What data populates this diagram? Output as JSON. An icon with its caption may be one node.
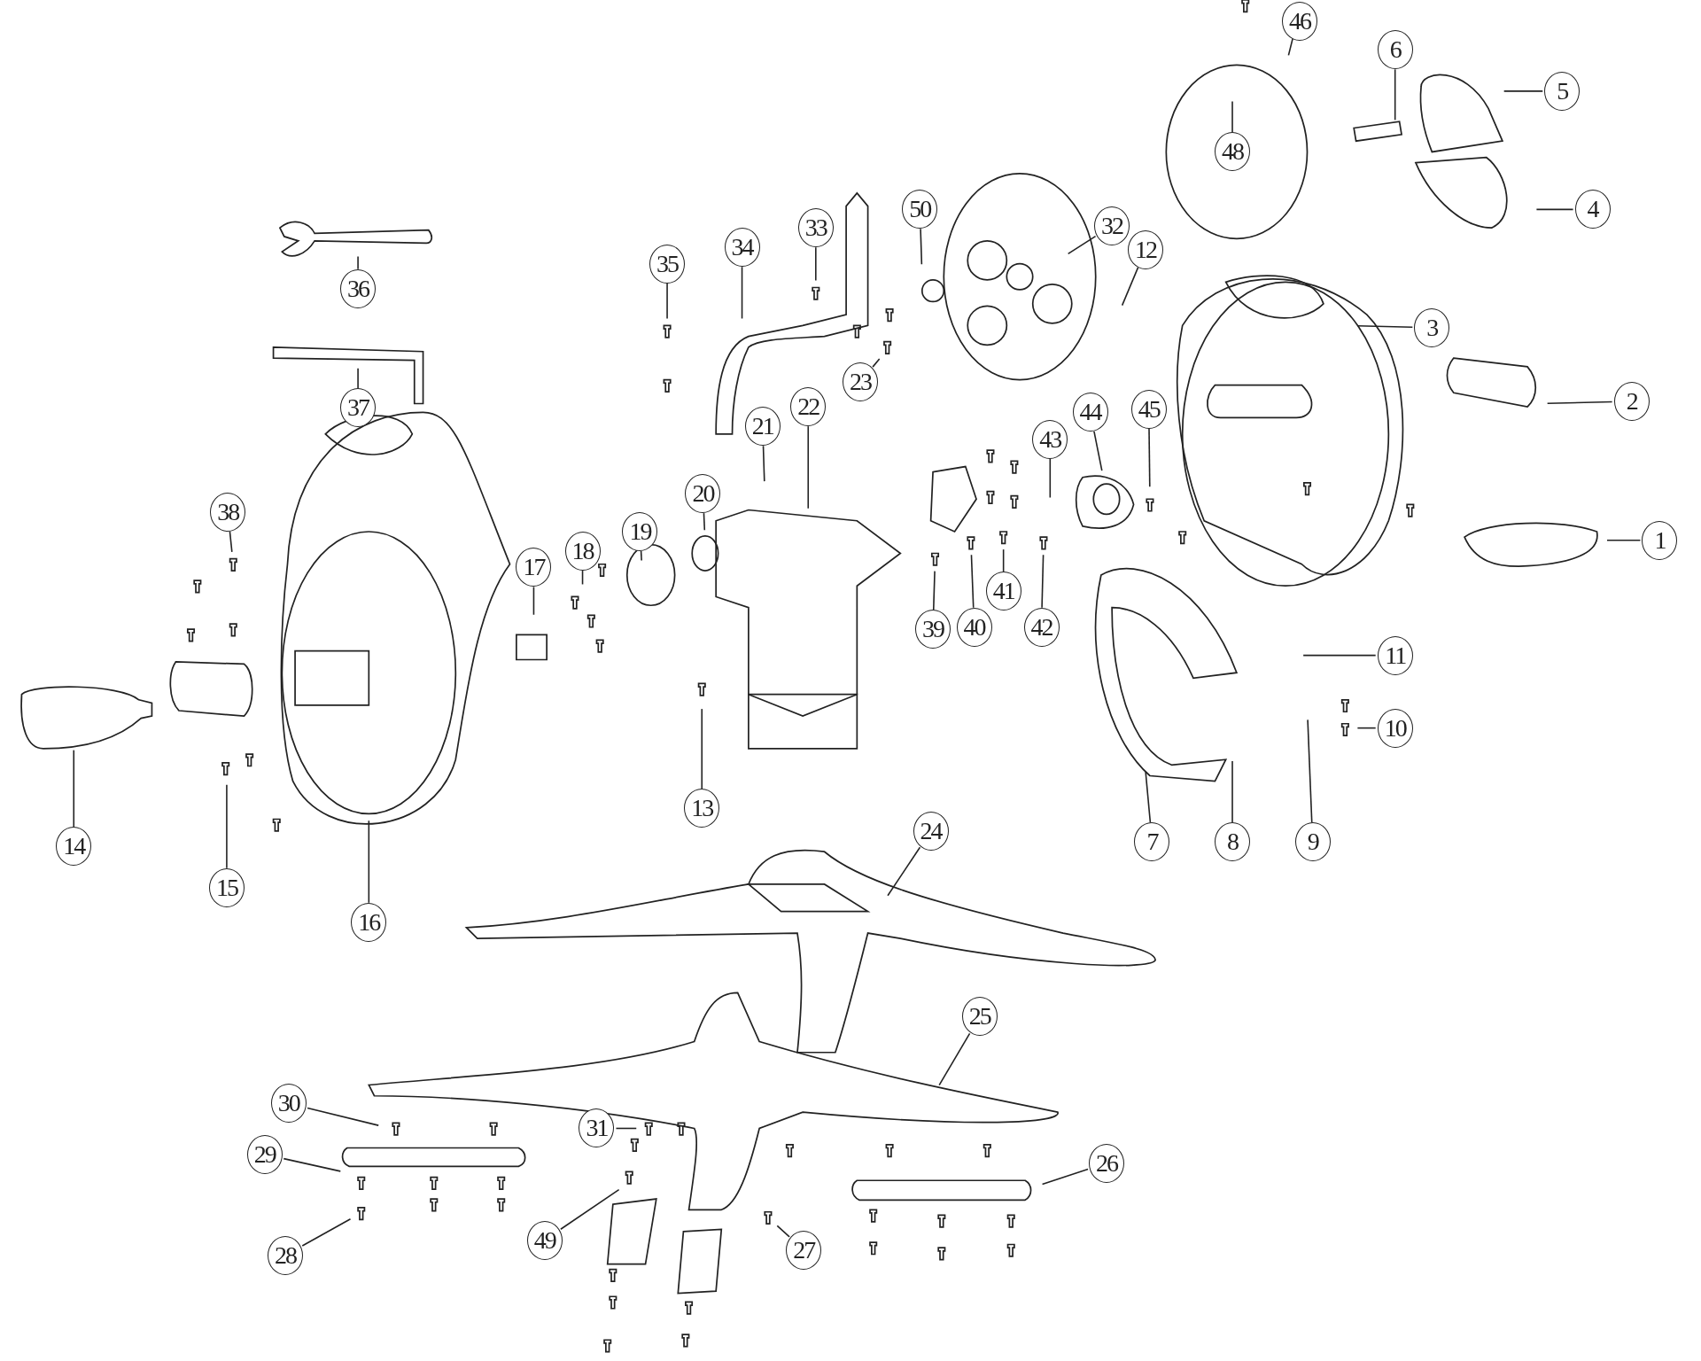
{
  "diagram": {
    "nodes": [
      {
        "text": [
          "1"
        ]
      },
      {
        "text": [
          "2"
        ]
      },
      {
        "text": [
          "3"
        ]
      },
      {
        "text": [
          "4"
        ]
      },
      {
        "text": [
          "5"
        ]
      },
      {
        "text": [
          "6"
        ]
      },
      {
        "text": [
          "7"
        ]
      },
      {
        "text": [
          "8"
        ]
      },
      {
        "text": [
          "9"
        ]
      },
      {
        "text": [
          "10"
        ]
      },
      {
        "text": [
          "11"
        ]
      },
      {
        "text": [
          "12"
        ]
      },
      {
        "text": [
          "13"
        ]
      },
      {
        "text": [
          "14"
        ]
      },
      {
        "text": [
          "15"
        ]
      },
      {
        "text": [
          "16"
        ]
      },
      {
        "text": [
          "17"
        ]
      },
      {
        "text": [
          "18"
        ]
      },
      {
        "text": [
          "19"
        ]
      },
      {
        "text": [
          "20"
        ]
      },
      {
        "text": [
          "21"
        ]
      },
      {
        "text": [
          "22"
        ]
      },
      {
        "text": [
          "23"
        ]
      },
      {
        "text": [
          "24"
        ]
      },
      {
        "text": [
          "25"
        ]
      },
      {
        "text": [
          "26"
        ]
      },
      {
        "text": [
          "27"
        ]
      },
      {
        "text": [
          "28"
        ]
      },
      {
        "text": [
          "29"
        ]
      },
      {
        "text": [
          "30"
        ]
      },
      {
        "text": [
          "31"
        ]
      },
      {
        "text": [
          "32"
        ]
      },
      {
        "text": [
          "33"
        ]
      },
      {
        "text": [
          "34"
        ]
      },
      {
        "text": [
          "35"
        ]
      },
      {
        "text": [
          "36"
        ]
      },
      {
        "text": [
          "37"
        ]
      },
      {
        "text": [
          "38"
        ]
      },
      {
        "text": [
          "39"
        ]
      },
      {
        "text": [
          "40"
        ]
      },
      {
        "text": [
          "41"
        ]
      },
      {
        "text": [
          "42"
        ]
      },
      {
        "text": [
          "43"
        ]
      },
      {
        "text": [
          "44"
        ]
      },
      {
        "text": [
          "45"
        ]
      },
      {
        "text": [
          "46"
        ]
      },
      {
        "text": [
          "48"
        ]
      },
      {
        "text": [
          "49"
        ]
      },
      {
        "text": [
          "50"
        ]
      }
    ],
    "edges": [
      {
        "from": 0,
        "to": null,
        "arrow": "none"
      },
      {
        "from": 1,
        "to": null,
        "arrow": "none"
      },
      {
        "from": 2,
        "to": null,
        "arrow": "none"
      },
      {
        "from": 3,
        "to": null,
        "arrow": "none"
      },
      {
        "from": 4,
        "to": null,
        "arrow": "none"
      },
      {
        "from": 5,
        "to": null,
        "arrow": "none"
      },
      {
        "from": 6,
        "to": null,
        "arrow": "none"
      },
      {
        "from": 7,
        "to": null,
        "arrow": "none"
      },
      {
        "from": 8,
        "to": null,
        "arrow": "none"
      },
      {
        "from": 9,
        "to": null,
        "arrow": "none"
      },
      {
        "from": 10,
        "to": null,
        "arrow": "none"
      },
      {
        "from": 11,
        "to": null,
        "arrow": "none"
      },
      {
        "from": 12,
        "to": null,
        "arrow": "none"
      },
      {
        "from": 13,
        "to": null,
        "arrow": "none"
      },
      {
        "from": 14,
        "to": null,
        "arrow": "none"
      },
      {
        "from": 15,
        "to": null,
        "arrow": "none"
      },
      {
        "from": 16,
        "to": null,
        "arrow": "none"
      },
      {
        "from": 17,
        "to": null,
        "arrow": "none"
      },
      {
        "from": 18,
        "to": null,
        "arrow": "none"
      },
      {
        "from": 19,
        "to": null,
        "arrow": "none"
      },
      {
        "from": 20,
        "to": null,
        "arrow": "none"
      },
      {
        "from": 21,
        "to": null,
        "arrow": "none"
      },
      {
        "from": 22,
        "to": null,
        "arrow": "none"
      },
      {
        "from": 23,
        "to": null,
        "arrow": "none"
      },
      {
        "from": 24,
        "to": null,
        "arrow": "none"
      },
      {
        "from": 25,
        "to": null,
        "arrow": "none"
      },
      {
        "from": 26,
        "to": null,
        "arrow": "none"
      },
      {
        "from": 27,
        "to": null,
        "arrow": "none"
      },
      {
        "from": 28,
        "to": null,
        "arrow": "none"
      },
      {
        "from": 29,
        "to": null,
        "arrow": "none"
      },
      {
        "from": 30,
        "to": null,
        "arrow": "none"
      },
      {
        "from": 31,
        "to": null,
        "arrow": "none"
      },
      {
        "from": 32,
        "to": null,
        "arrow": "none"
      },
      {
        "from": 33,
        "to": null,
        "arrow": "none"
      },
      {
        "from": 34,
        "to": null,
        "arrow": "none"
      },
      {
        "from": 35,
        "to": null,
        "arrow": "none"
      },
      {
        "from": 36,
        "to": null,
        "arrow": "none"
      },
      {
        "from": 37,
        "to": null,
        "arrow": "none"
      },
      {
        "from": 38,
        "to": null,
        "arrow": "none"
      },
      {
        "from": 39,
        "to": null,
        "arrow": "none"
      },
      {
        "from": 40,
        "to": null,
        "arrow": "none"
      },
      {
        "from": 41,
        "to": null,
        "arrow": "none"
      },
      {
        "from": 42,
        "to": null,
        "arrow": "none"
      },
      {
        "from": 43,
        "to": null,
        "arrow": "none"
      },
      {
        "from": 44,
        "to": null,
        "arrow": "none"
      },
      {
        "from": 45,
        "to": null,
        "arrow": "none"
      },
      {
        "from": 46,
        "to": null,
        "arrow": "none"
      },
      {
        "from": 47,
        "to": null,
        "arrow": "none"
      },
      {
        "from": 48,
        "to": null,
        "arrow": "none"
      }
    ]
  }
}
